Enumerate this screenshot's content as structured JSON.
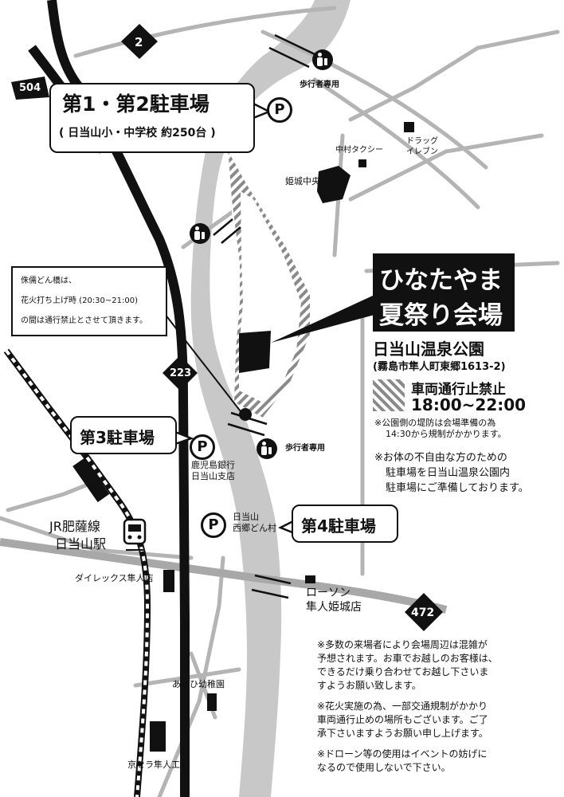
{
  "event": {
    "title_line1": "ひなたやま",
    "title_line2": "夏祭り会場",
    "venue": "日当山温泉公園",
    "address": "(霧島市隼人町東郷1613-2)"
  },
  "parking": {
    "lot12_title": "第1・第2駐車場",
    "lot12_sub": "( 日当山小・中学校 約250台 )",
    "lot3_title": "第3駐車場",
    "lot4_title": "第4駐車場",
    "p_symbol": "P"
  },
  "legend": {
    "closure_label": "車両通行止禁止",
    "closure_time": "18:00~22:00",
    "note_embankment_1": "※公園側の堤防は会場準備の為",
    "note_embankment_2": "14:30から規制がかかります。",
    "note_disabled_1": "※お体の不自由な方のための",
    "note_disabled_2": "駐車場を日当山温泉公園内",
    "note_disabled_3": "駐車場にご準備しております。"
  },
  "bridge_notice": {
    "line1": "侏儒どん橋は、",
    "line2": "花火打ち上げ時 (20:30~21:00)",
    "line3": "の間は通行禁止とさせて頂きます。"
  },
  "routes": {
    "r2": "2",
    "r504": "504",
    "r223": "223",
    "r472": "472"
  },
  "places": {
    "pedestrian_only_top": "歩行者専用",
    "pedestrian_only_bottom": "歩行者専用",
    "nakamura_taxi": "中村タクシー",
    "drug_eleven_1": "ドラッグ",
    "drug_eleven_2": "イレブン",
    "himeki_park": "姫城中央公園",
    "kagoshima_bank_1": "鹿児島銀行",
    "kagoshima_bank_2": "日当山支店",
    "nishigou_1": "日当山",
    "nishigou_2": "西郷どん村",
    "jr_line": "JR肥薩線",
    "jr_station": "日当山駅",
    "direx": "ダイレックス隼人店",
    "lawson_1": "ローソン",
    "lawson_2": "隼人姫城店",
    "asahi_kindergarten": "あさひ幼稚園",
    "kyocera": "京セラ隼人工場"
  },
  "notices": {
    "n1_1": "※多数の来場者により会場周辺は混雑が",
    "n1_2": "予想されます。お車でお越しのお客様は、",
    "n1_3": "できるだけ乗り合わせてお越し下さいま",
    "n1_4": "すようお願い致します。",
    "n2_1": "※花火実施の為、一部交通規制がかかり",
    "n2_2": "車両通行止めの場所もございます。ご了",
    "n2_3": "承下さいますようお願い申し上げます。",
    "n3_1": "※ドローン等の使用はイベントの妨げに",
    "n3_2": "なるので使用しないで下さい。"
  },
  "colors": {
    "ink": "#111111",
    "river": "#c8c8c8",
    "road": "#b4b4b4",
    "background": "#ffffff"
  }
}
